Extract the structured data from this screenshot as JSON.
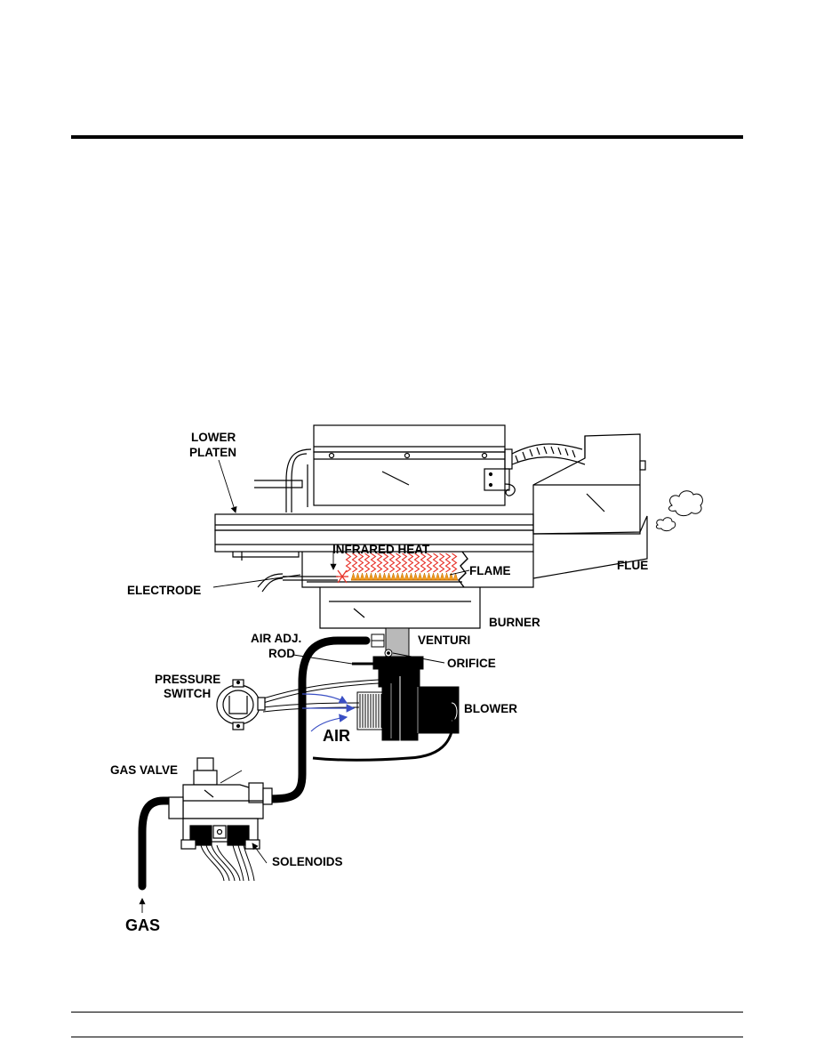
{
  "labels": {
    "lower_platen_1": "LOWER",
    "lower_platen_2": "PLATEN",
    "infrared_heat": "INFRARED HEAT",
    "flame": "FLAME",
    "electrode": "ELECTRODE",
    "flue": "FLUE",
    "burner": "BURNER",
    "air_adj_1": "AIR ADJ.",
    "air_adj_2": "ROD",
    "venturi": "VENTURI",
    "orifice": "ORIFICE",
    "pressure_switch_1": "PRESSURE",
    "pressure_switch_2": "SWITCH",
    "blower": "BLOWER",
    "air": "AIR",
    "gas_valve": "GAS VALVE",
    "solenoids": "SOLENOIDS",
    "gas": "GAS"
  },
  "colors": {
    "infrared_waves": "#e8332a",
    "flame": "#f39c1f",
    "air_arrows": "#3a4fc4",
    "venturi_fill": "#b9b9b9",
    "ink": "#000000"
  },
  "icons": [
    "smoke-cloud-icon",
    "spark-icon",
    "arrow-icon"
  ]
}
